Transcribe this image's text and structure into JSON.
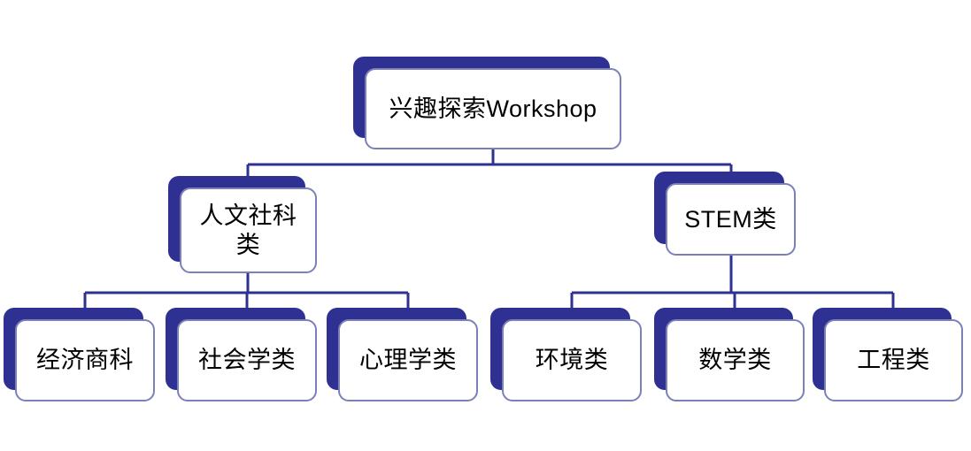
{
  "colors": {
    "accent": "#2E3192",
    "box_fill": "#FFFFFF",
    "box_border": "#7C80B8",
    "text": "#000000",
    "bg": "#FFFFFF"
  },
  "diagram": {
    "type": "org-chart",
    "root": {
      "label": "兴趣探索Workshop"
    },
    "branches": [
      {
        "label": "人文社科类",
        "children": [
          {
            "label": "经济商科"
          },
          {
            "label": "社会学类"
          },
          {
            "label": "心理学类"
          }
        ]
      },
      {
        "label": "STEM类",
        "children": [
          {
            "label": "环境类"
          },
          {
            "label": "数学类"
          },
          {
            "label": "工程类"
          }
        ]
      }
    ]
  }
}
